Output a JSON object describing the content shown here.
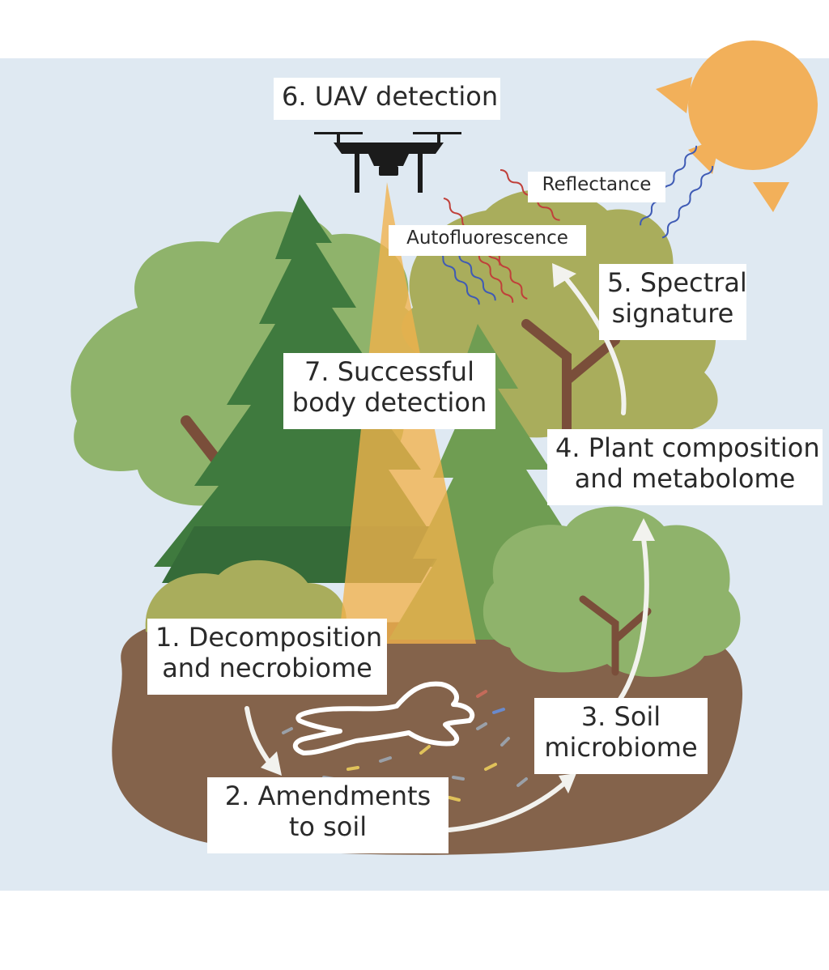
{
  "labels": {
    "uav": "6. UAV detection",
    "reflectance": "Reflectance",
    "autofluorescence": "Autofluorescence",
    "spectral_l1": "5. Spectral",
    "spectral_l2": "signature",
    "successful_l1": "7. Successful",
    "successful_l2": "body detection",
    "plant_l1": "4. Plant composition",
    "plant_l2": "and metabolome",
    "decomp_l1": "1. Decomposition",
    "decomp_l2": "and necrobiome",
    "soil_micro_l1": "3. Soil",
    "soil_micro_l2": "microbiome",
    "amend_l1": "2. Amendments",
    "amend_l2": "to soil"
  },
  "colors": {
    "sky": "#dfe9f2",
    "sun": "#f2b05a",
    "soil": "#84634b",
    "tree_light": "#8fb36b",
    "tree_mid": "#6f9d52",
    "tree_dark": "#3f7a3e",
    "olive": "#a9ad5c",
    "trunk": "#7a4e3a",
    "beam": "#f2b24c",
    "arrow": "#f2f2ee",
    "wave_red": "#c0403a",
    "wave_blue": "#3f5bb5"
  }
}
